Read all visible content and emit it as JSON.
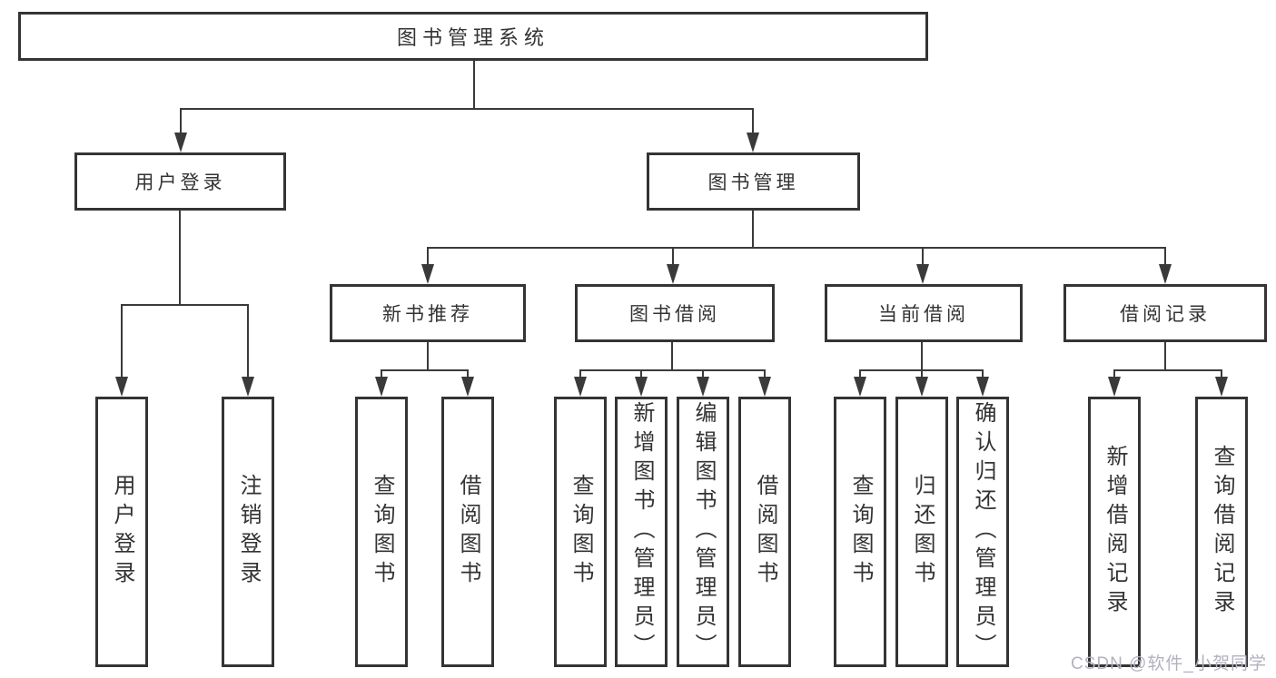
{
  "diagram": {
    "title": "图书管理系统",
    "watermark": "CSDN @软件_小贺同学",
    "colors": {
      "line": "#3a3a3a",
      "border": "#343434",
      "text": "#333333",
      "background": "#ffffff",
      "watermark": "#b2b1bf"
    },
    "tree": {
      "root": {
        "label": "图书管理系统"
      },
      "level2": [
        {
          "label": "用户登录"
        },
        {
          "label": "图书管理"
        }
      ],
      "level3": [
        {
          "label": "新书推荐"
        },
        {
          "label": "图书借阅"
        },
        {
          "label": "当前借阅"
        },
        {
          "label": "借阅记录"
        }
      ],
      "leaves": [
        {
          "label": "用户登录",
          "parent": "用户登录"
        },
        {
          "label": "注销登录",
          "parent": "用户登录"
        },
        {
          "label": "查询图书",
          "parent": "新书推荐"
        },
        {
          "label": "借阅图书",
          "parent": "新书推荐"
        },
        {
          "label": "查询图书",
          "parent": "图书借阅"
        },
        {
          "label": "新增图书（管理员）",
          "parent": "图书借阅"
        },
        {
          "label": "编辑图书（管理员）",
          "parent": "图书借阅"
        },
        {
          "label": "借阅图书",
          "parent": "图书借阅"
        },
        {
          "label": "查询图书",
          "parent": "当前借阅"
        },
        {
          "label": "归还图书",
          "parent": "当前借阅"
        },
        {
          "label": "确认归还（管理员）",
          "parent": "当前借阅"
        },
        {
          "label": "新增借阅记录",
          "parent": "借阅记录"
        },
        {
          "label": "查询借阅记录",
          "parent": "借阅记录"
        }
      ]
    }
  }
}
